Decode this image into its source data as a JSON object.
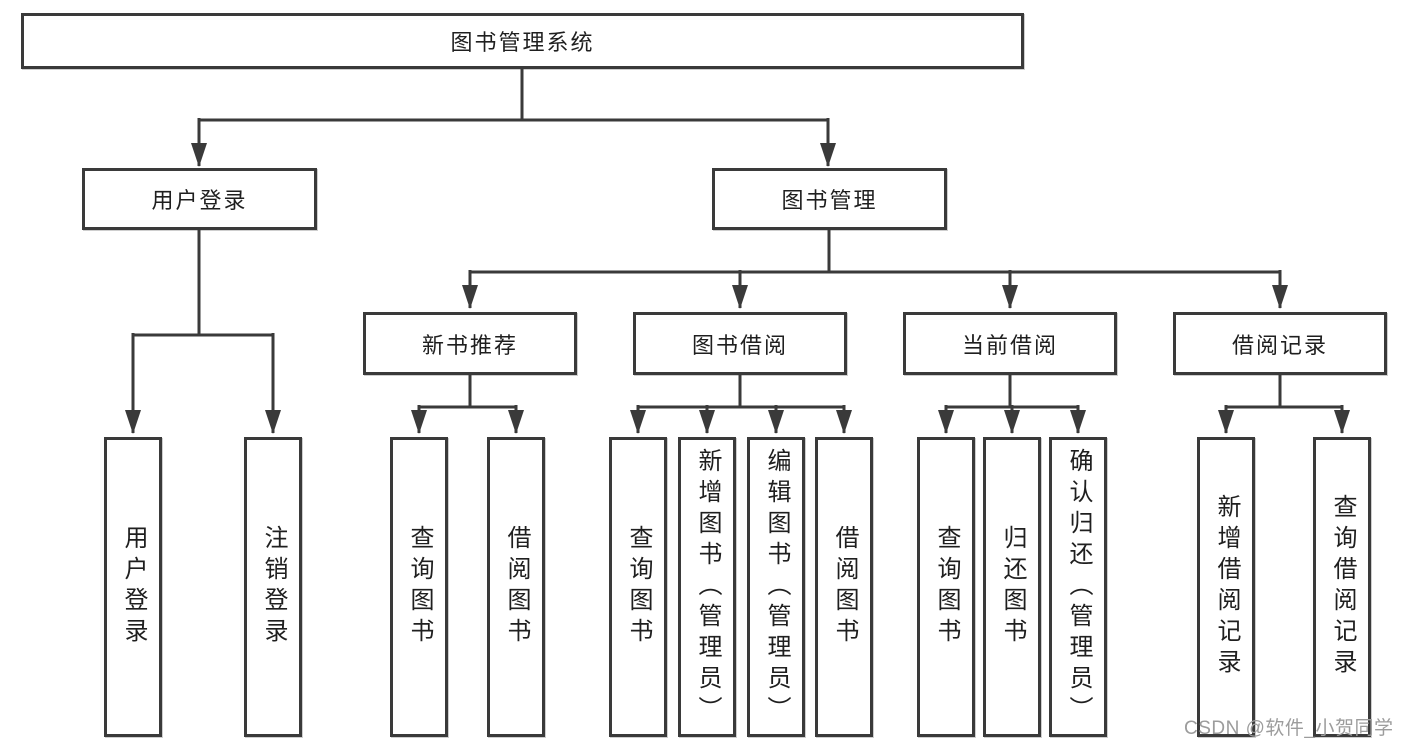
{
  "diagram": {
    "root": {
      "label": "图书管理系统"
    },
    "branches": [
      {
        "label": "用户登录",
        "children": [
          {
            "label": "用户登录"
          },
          {
            "label": "注销登录"
          }
        ]
      },
      {
        "label": "图书管理",
        "children": [
          {
            "label": "新书推荐",
            "children": [
              {
                "label": "查询图书"
              },
              {
                "label": "借阅图书"
              }
            ]
          },
          {
            "label": "图书借阅",
            "children": [
              {
                "label": "查询图书"
              },
              {
                "label": "新增图书（管理员）"
              },
              {
                "label": "编辑图书（管理员）"
              },
              {
                "label": "借阅图书"
              }
            ]
          },
          {
            "label": "当前借阅",
            "children": [
              {
                "label": "查询图书"
              },
              {
                "label": "归还图书"
              },
              {
                "label": "确认归还（管理员）"
              }
            ]
          },
          {
            "label": "借阅记录",
            "children": [
              {
                "label": "新增借阅记录"
              },
              {
                "label": "查询借阅记录"
              }
            ]
          }
        ]
      }
    ],
    "watermark": "CSDN @软件_小贺同学",
    "colors": {
      "border": "#3a3a3a",
      "text": "#1f1f1f",
      "bg": "#ffffff",
      "watermark": "#9c9c9c"
    }
  }
}
